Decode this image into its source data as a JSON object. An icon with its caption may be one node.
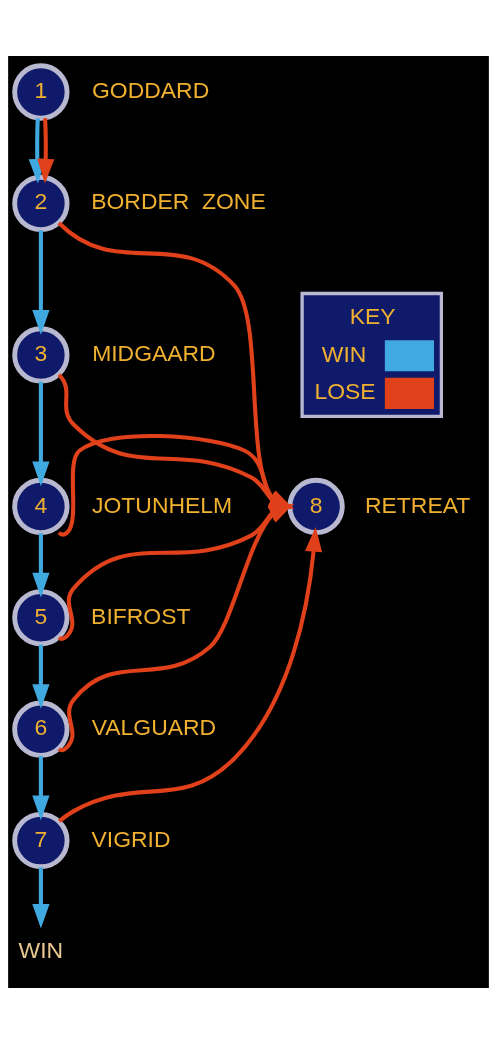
{
  "diagram": {
    "nodes": [
      {
        "text": [
          "1"
        ],
        "beside": [
          "GODDARD"
        ]
      },
      {
        "text": [
          "2"
        ],
        "beside": [
          "BORDER  ZONE"
        ]
      },
      {
        "text": [
          "3"
        ],
        "beside": [
          "MIDGAARD"
        ]
      },
      {
        "text": [
          "4"
        ],
        "beside": [
          "JOTUNHELM"
        ]
      },
      {
        "text": [
          "5"
        ],
        "beside": [
          "BIFROST"
        ]
      },
      {
        "text": [
          "6"
        ],
        "beside": [
          "VALGUARD"
        ]
      },
      {
        "text": [
          "7"
        ],
        "beside": [
          "VIGRID"
        ]
      },
      {
        "text": [
          "8"
        ],
        "beside": [
          "RETREAT"
        ]
      },
      {
        "text": [
          "WIN"
        ]
      }
    ],
    "edges": [
      {
        "from": 0,
        "to": 1,
        "arrow": "to",
        "color": "#3fa9e0"
      },
      {
        "from": 0,
        "to": 1,
        "arrow": "to",
        "color": "#e0401a"
      },
      {
        "from": 1,
        "to": 2,
        "arrow": "to",
        "color": "#3fa9e0"
      },
      {
        "from": 2,
        "to": 3,
        "arrow": "to",
        "color": "#3fa9e0"
      },
      {
        "from": 3,
        "to": 4,
        "arrow": "to",
        "color": "#3fa9e0"
      },
      {
        "from": 4,
        "to": 5,
        "arrow": "to",
        "color": "#3fa9e0"
      },
      {
        "from": 5,
        "to": 6,
        "arrow": "to",
        "color": "#3fa9e0"
      },
      {
        "from": 6,
        "to": 8,
        "arrow": "to",
        "color": "#3fa9e0"
      },
      {
        "from": 1,
        "to": 7,
        "arrow": "to",
        "color": "#e0401a"
      },
      {
        "from": 2,
        "to": 7,
        "arrow": "to",
        "color": "#e0401a"
      },
      {
        "from": 3,
        "to": 7,
        "arrow": "to",
        "color": "#e0401a"
      },
      {
        "from": 4,
        "to": 7,
        "arrow": "to",
        "color": "#e0401a"
      },
      {
        "from": 5,
        "to": 7,
        "arrow": "to",
        "color": "#e0401a"
      },
      {
        "from": 6,
        "to": 7,
        "arrow": "to",
        "color": "#e0401a"
      }
    ],
    "labels": [
      "KEY"
    ],
    "legend": [
      {
        "text": "WIN",
        "color": "#3fa9e0"
      },
      {
        "text": "LOSE",
        "color": "#e0401a"
      }
    ]
  }
}
